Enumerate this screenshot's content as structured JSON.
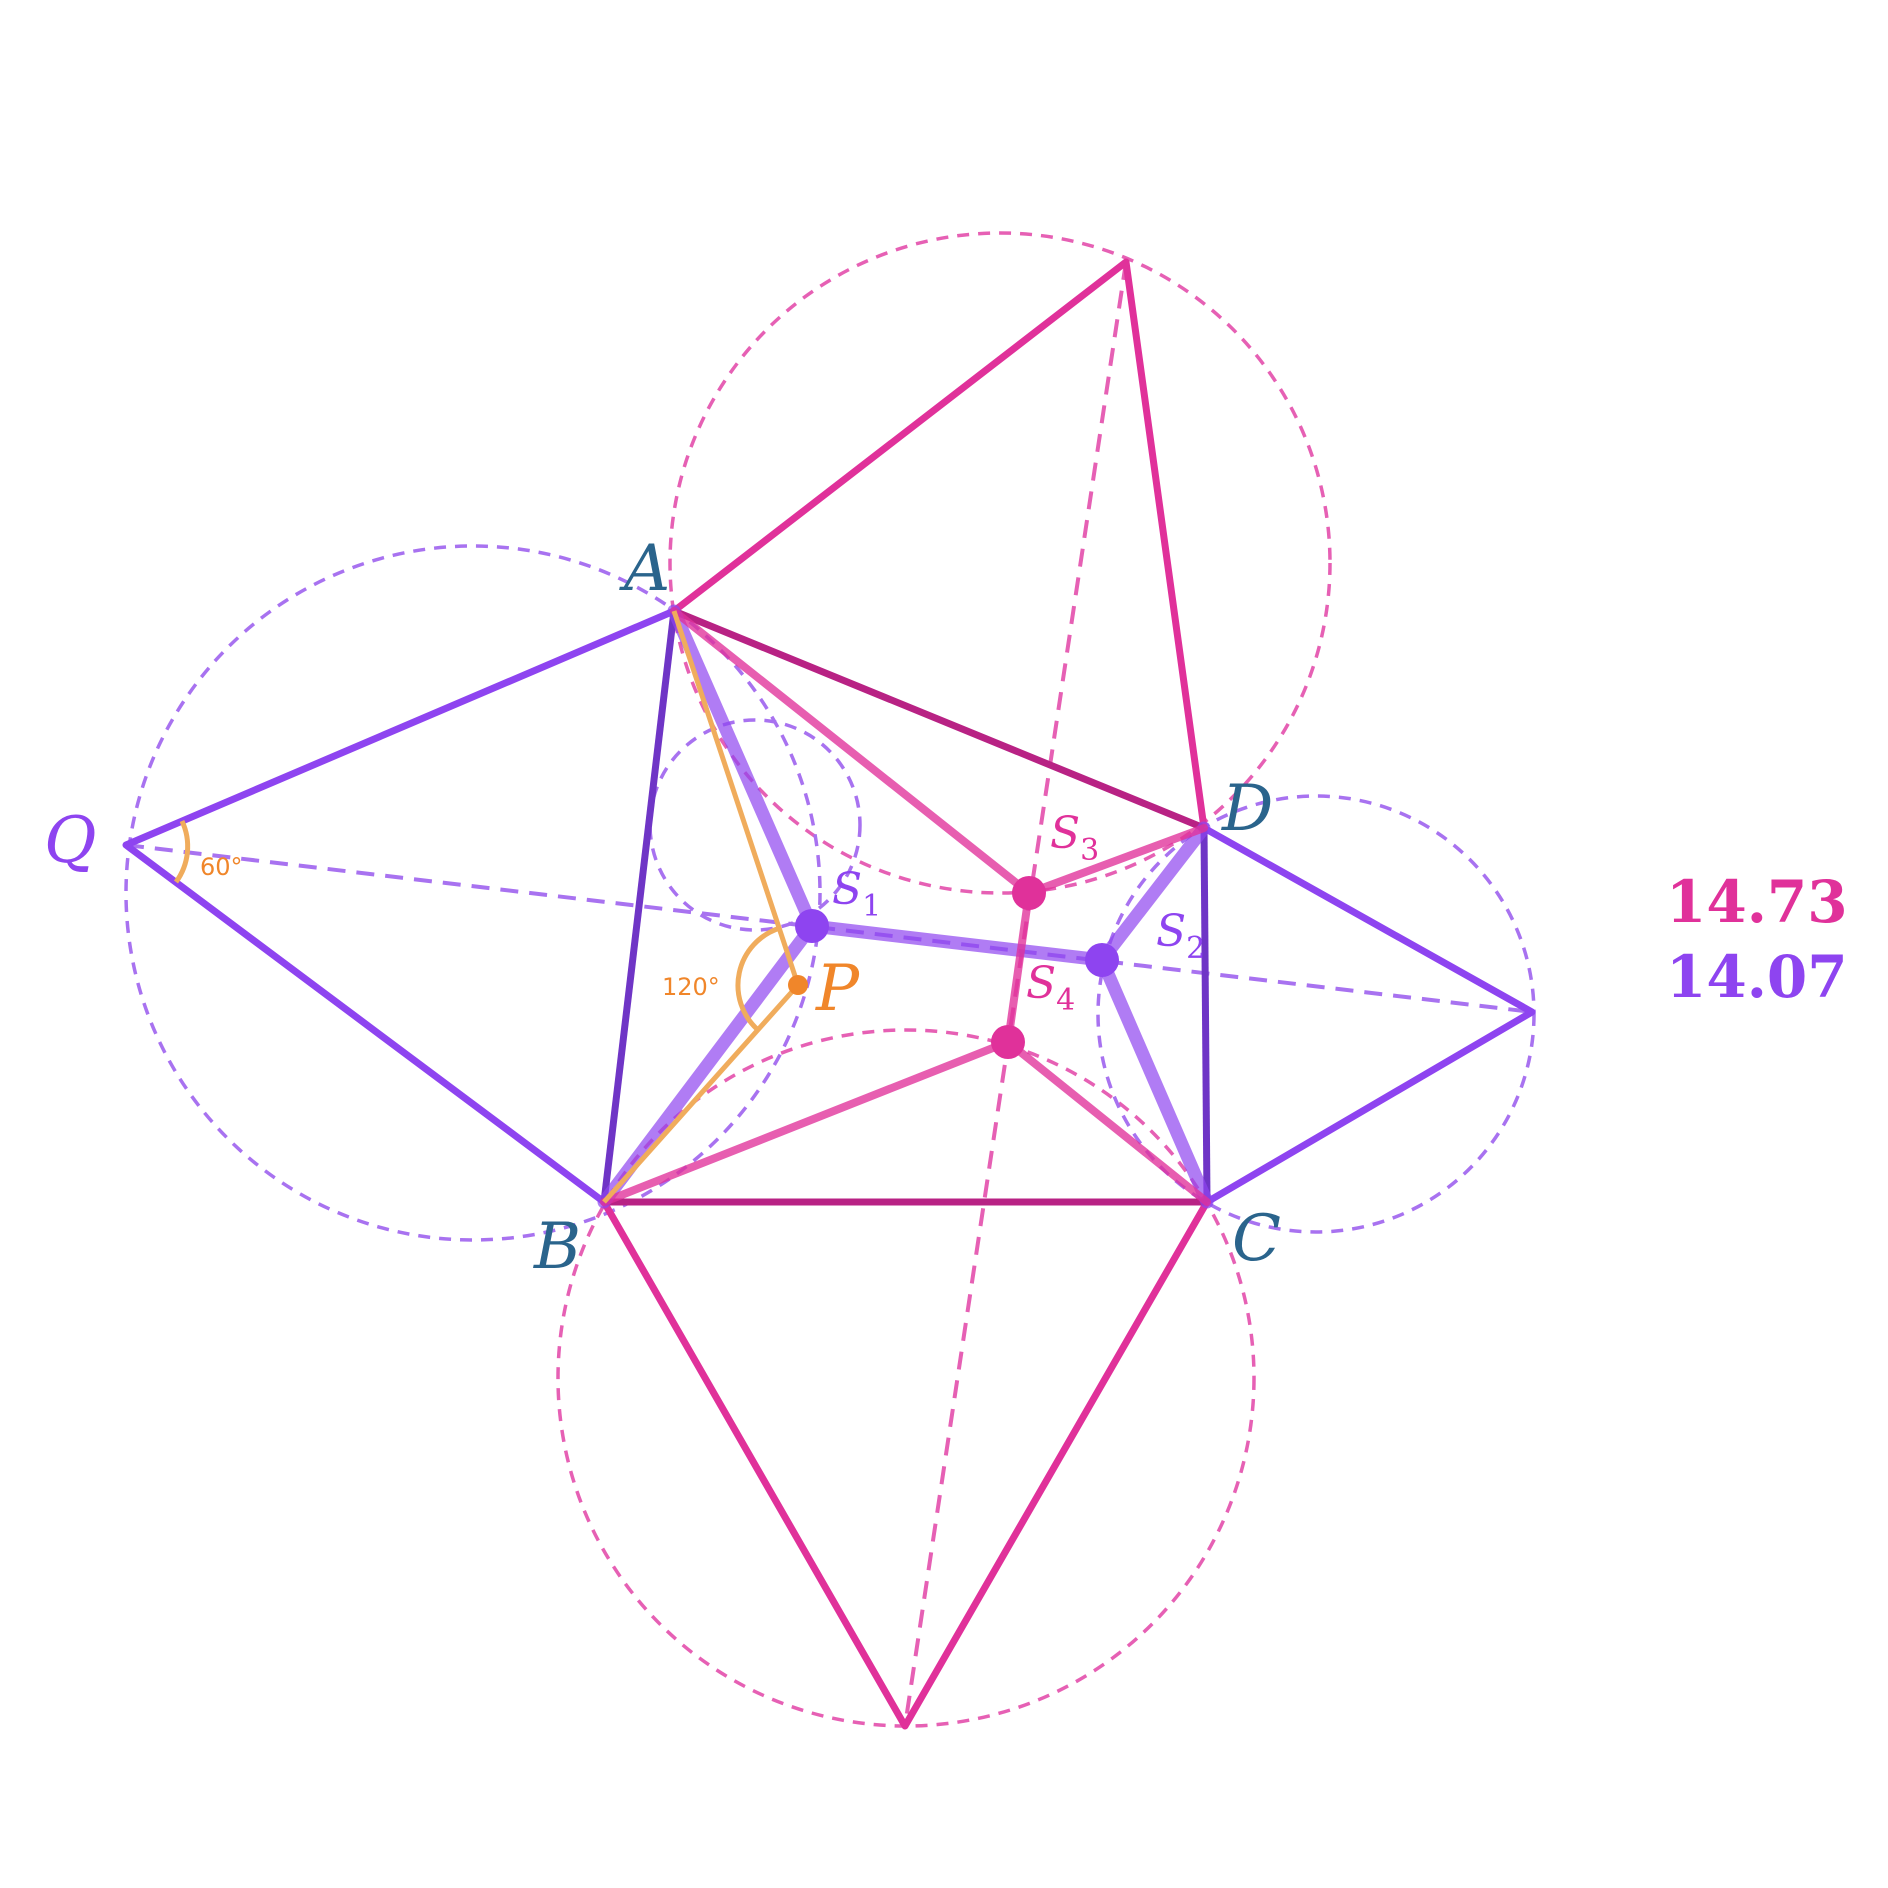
{
  "colors": {
    "magenta": "#e0319a",
    "magenta_light": "#e660b4",
    "magenta_dark": "#b82284",
    "purple": "#8e44f0",
    "purple_light": "#a872f0",
    "purple_dark": "#6f35c6",
    "orange": "#f0862a",
    "orange_light": "#f0ac5c",
    "label_blue": "#2a648c"
  },
  "labels": {
    "A": "A",
    "B": "B",
    "C": "C",
    "D": "D",
    "P": "P",
    "Q": "Q",
    "S1": "S",
    "S1_sub": "1",
    "S2": "S",
    "S2_sub": "2",
    "S3": "S",
    "S3_sub": "3",
    "S4": "S",
    "S4_sub": "4"
  },
  "angles": {
    "q_angle": "60°",
    "p_angle": "120°"
  },
  "results": {
    "magenta_total": "14.73",
    "purple_total": "14.07"
  }
}
